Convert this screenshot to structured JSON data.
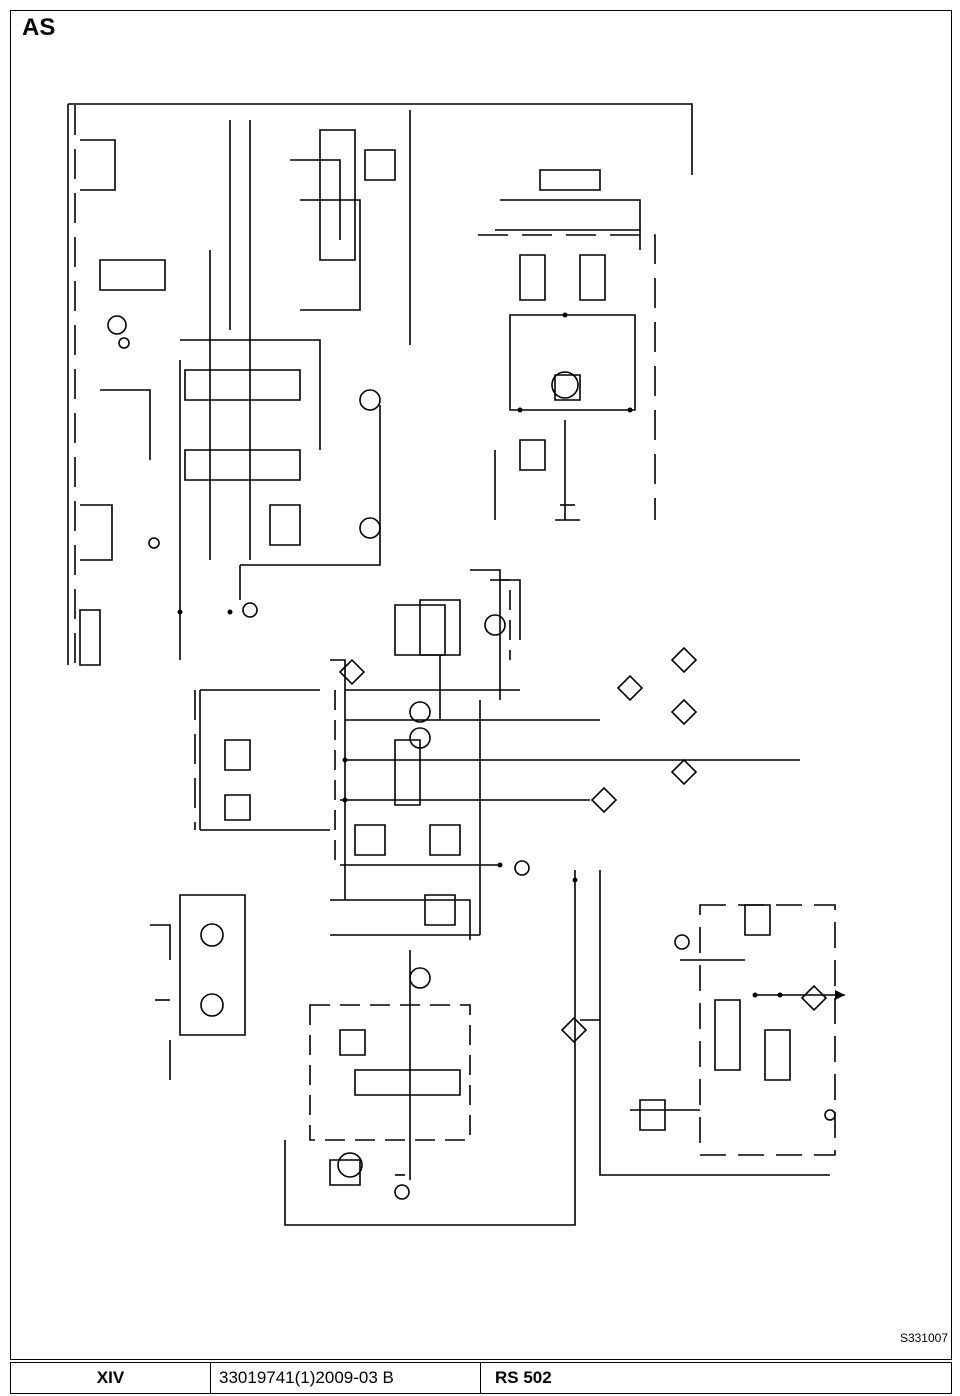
{
  "header": {
    "section_label": "AS"
  },
  "footer": {
    "page_number": "XIV",
    "document_code": "33019741(1)2009-03 B",
    "model": "RS 502",
    "drawing_code": "S331007"
  }
}
